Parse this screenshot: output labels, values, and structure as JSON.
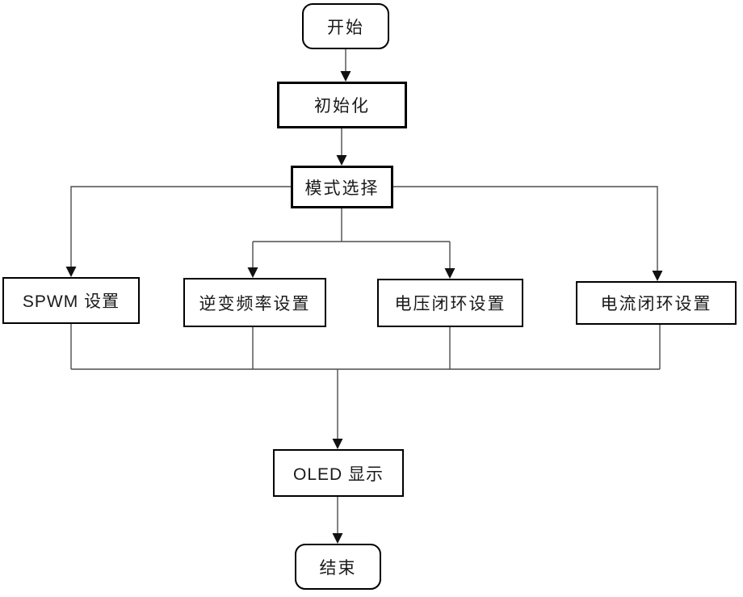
{
  "diagram": {
    "type": "flowchart",
    "background": "#ffffff",
    "colors": {
      "node_border": "#000000",
      "node_fill": "#ffffff",
      "connector_line": "#4d4d4d",
      "arrowhead": "#111111",
      "text": "#1a1a1a"
    },
    "nodes": [
      {
        "id": "start",
        "label": "开始",
        "shape": "rounded"
      },
      {
        "id": "init",
        "label": "初始化",
        "shape": "rect"
      },
      {
        "id": "mode",
        "label": "模式选择",
        "shape": "rect"
      },
      {
        "id": "spwm",
        "label": "SPWM 设置",
        "shape": "rect"
      },
      {
        "id": "freq",
        "label": "逆变频率设置",
        "shape": "rect"
      },
      {
        "id": "volt",
        "label": "电压闭环设置",
        "shape": "rect"
      },
      {
        "id": "curr",
        "label": "电流闭环设置",
        "shape": "rect"
      },
      {
        "id": "oled",
        "label": "OLED 显示",
        "shape": "rect"
      },
      {
        "id": "end",
        "label": "结束",
        "shape": "rounded"
      }
    ],
    "edges": [
      {
        "from": "start",
        "to": "init"
      },
      {
        "from": "init",
        "to": "mode"
      },
      {
        "from": "mode",
        "to": "spwm"
      },
      {
        "from": "mode",
        "to": "freq"
      },
      {
        "from": "mode",
        "to": "volt"
      },
      {
        "from": "mode",
        "to": "curr"
      },
      {
        "from": "spwm",
        "to": "oled"
      },
      {
        "from": "freq",
        "to": "oled"
      },
      {
        "from": "volt",
        "to": "oled"
      },
      {
        "from": "curr",
        "to": "oled"
      },
      {
        "from": "oled",
        "to": "end"
      }
    ]
  }
}
